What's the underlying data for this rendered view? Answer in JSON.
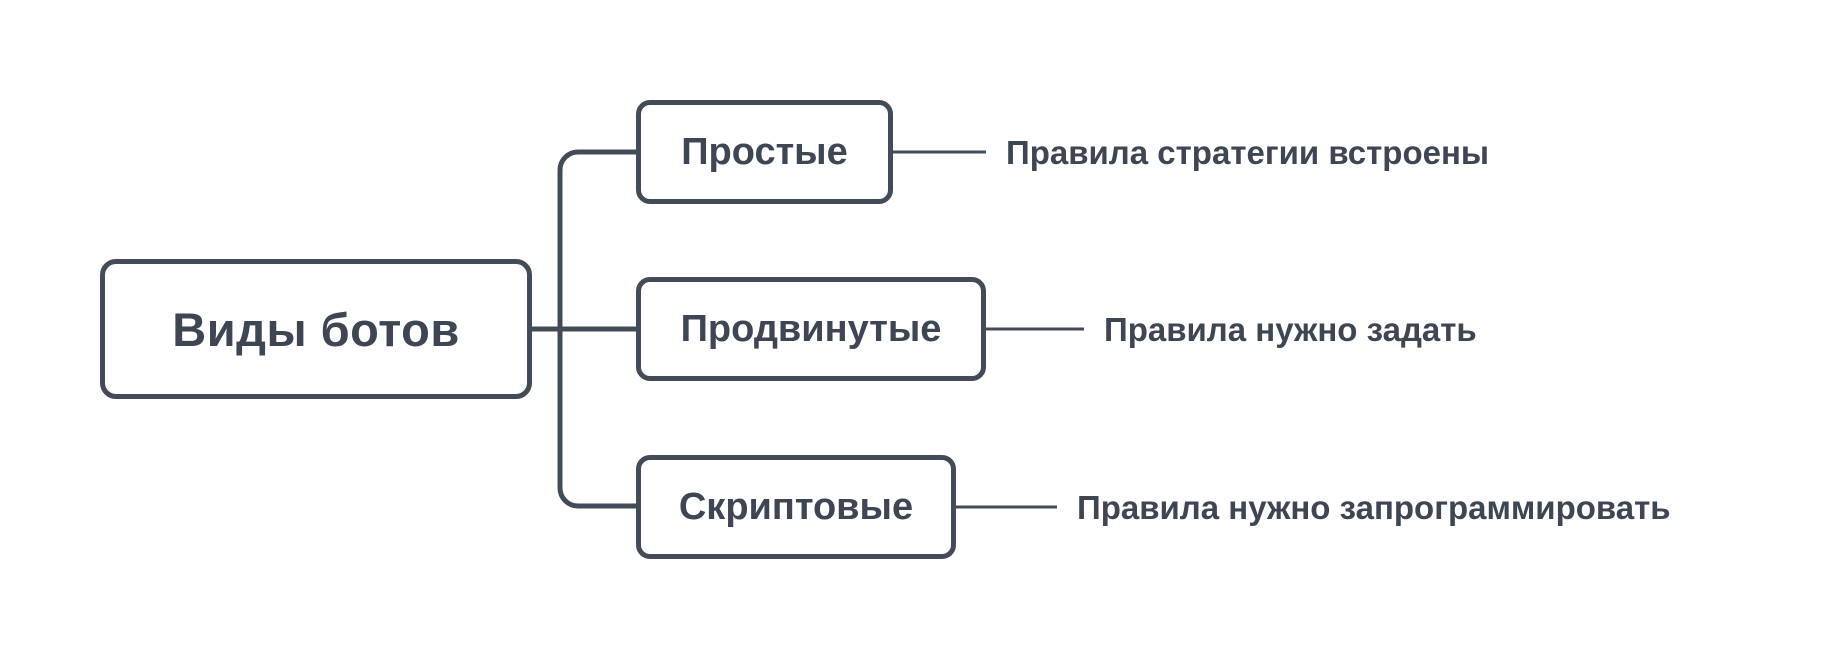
{
  "diagram": {
    "type": "tree",
    "title": "Виды ботов",
    "background_color": "#ffffff",
    "stroke_color": "#434b58",
    "text_color": "#3e4654",
    "root": {
      "label": "Виды ботов"
    },
    "branches": [
      {
        "label": "Простые",
        "description": "Правила стратегии встроены"
      },
      {
        "label": "Продвинутые",
        "description": "Правила нужно задать"
      },
      {
        "label": "Скриптовые",
        "description": "Правила нужно запрограммировать"
      }
    ]
  }
}
